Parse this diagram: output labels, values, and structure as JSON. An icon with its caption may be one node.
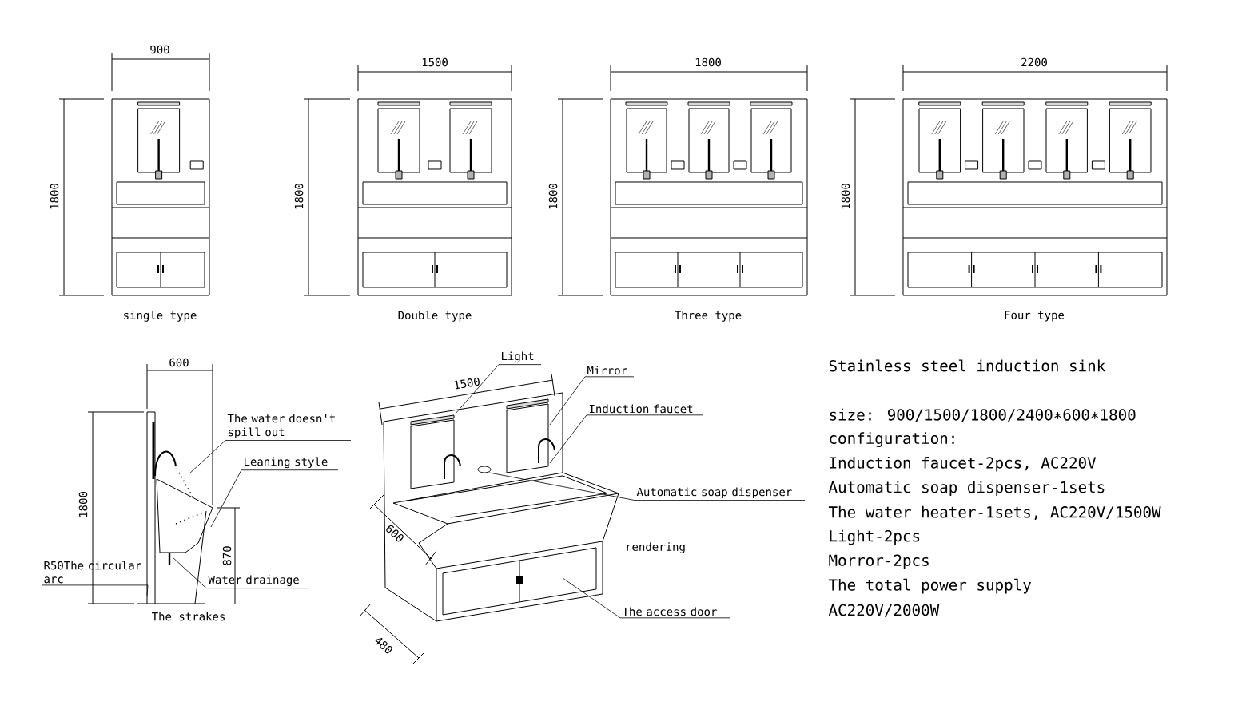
{
  "diagram": {
    "title": "Stainless steel induction sink",
    "nodes": [
      {
        "text": [
          "The water doesn't spill out"
        ]
      },
      {
        "text": [
          "Leaning style"
        ]
      },
      {
        "text": [
          "R50The circular arc"
        ]
      },
      {
        "text": [
          "Water drainage"
        ]
      },
      {
        "text": [
          "Light"
        ]
      },
      {
        "text": [
          "Mirror"
        ]
      },
      {
        "text": [
          "Induction faucet"
        ]
      },
      {
        "text": [
          "Automatic soap dispenser"
        ]
      },
      {
        "text": [
          "The access door"
        ]
      },
      {
        "text": [],
        "shape": "picture"
      },
      {
        "text": [],
        "shape": "picture"
      }
    ],
    "edges": [
      {
        "from": 0,
        "to": 9,
        "arrow": "none"
      },
      {
        "from": 1,
        "to": 9,
        "arrow": "none"
      },
      {
        "from": 2,
        "to": 9,
        "arrow": "none"
      },
      {
        "from": 3,
        "to": 9,
        "arrow": "none"
      },
      {
        "from": 4,
        "to": 10,
        "arrow": "none"
      },
      {
        "from": 5,
        "to": 10,
        "arrow": "none"
      },
      {
        "from": 6,
        "to": 10,
        "arrow": "none"
      },
      {
        "from": 7,
        "to": 10,
        "arrow": "none"
      },
      {
        "from": 8,
        "to": 10,
        "arrow": "none"
      }
    ],
    "labels": [
      "900",
      "1800",
      "1500",
      "1800",
      "1800",
      "1800",
      "2200",
      "1800",
      "single type",
      "Double type",
      "Three type",
      "Four type",
      "600",
      "1800",
      "870",
      "The strakes",
      "1500",
      "600",
      "480",
      "rendering",
      "size: 900/1500/1800/2400∗600∗1800",
      "configuration:",
      "Induction faucet-2pcs, AC220V",
      "Automatic soap dispenser-1sets",
      "The water heater-1sets, AC220V/1500W",
      "Light-2pcs",
      "Morror-2pcs",
      "The total power supply",
      "AC220V/2000W"
    ]
  }
}
